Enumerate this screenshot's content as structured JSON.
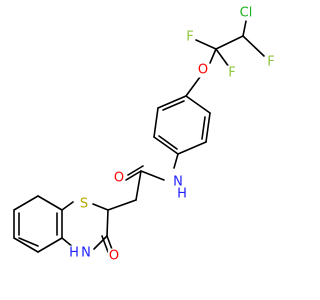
{
  "molecule": {
    "atoms": {
      "cl": "Cl",
      "f1": "F",
      "f2": "F",
      "f3": "F",
      "o_ether": "O",
      "o_amide": "O",
      "n_amide": "N",
      "h_amide": "H",
      "s_ring": "S",
      "o_lactam": "O",
      "n_lactam_h": "H",
      "n_lactam": "N"
    },
    "colors": {
      "bond": "#000000",
      "carbon_text": "#000000",
      "chlorine": "#1fb41f",
      "fluorine": "#8fc73e",
      "oxygen": "#ff0000",
      "nitrogen": "#2020ff",
      "sulfur": "#b8a700"
    }
  }
}
